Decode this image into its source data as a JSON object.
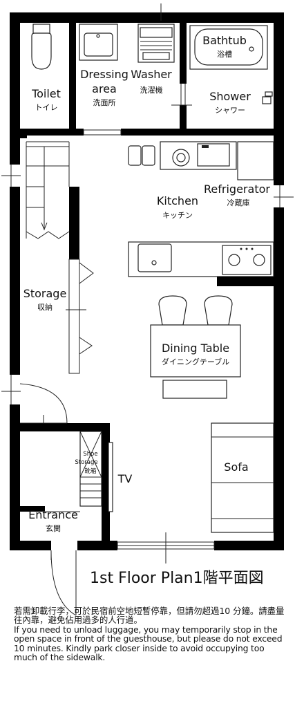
{
  "rooms": {
    "toilet": {
      "en": "Toilet",
      "jp": "トイレ"
    },
    "dressing": {
      "en1": "Dressing",
      "en2": "area",
      "jp": "洗面所"
    },
    "washer": {
      "en": "Washer",
      "jp": "洗濯機"
    },
    "bathtub": {
      "en": "Bathtub",
      "jp": "浴槽"
    },
    "shower": {
      "en": "Shower",
      "jp": "シャワー"
    },
    "kitchen": {
      "en": "Kitchen",
      "jp": "キッチン"
    },
    "refrigerator": {
      "en": "Refrigerator",
      "jp": "冷蔵庫"
    },
    "storage": {
      "en": "Storage",
      "jp": "収納"
    },
    "dining": {
      "en": "Dining Table",
      "jp": "ダイニングテーブル"
    },
    "shoe": {
      "en1": "Shoe",
      "en2": "Storage",
      "jp": "靴箱"
    },
    "tv": {
      "en": "TV"
    },
    "sofa": {
      "en": "Sofa"
    },
    "entrance": {
      "en": "Entrance",
      "jp": "玄関"
    }
  },
  "title": "1st Floor Plan1階平面図",
  "notice": {
    "zh": "若需卸載行李，可於民宿前空地短暫停靠，但請勿超過10 分鐘。請盡量往內靠，避免佔用過多的人行道。",
    "en": "If you need to unload luggage, you may temporarily stop in the open space in front of the guesthouse, but please do not exceed 10 minutes. Kindly park closer inside to avoid occupying too much of the sidewalk."
  }
}
